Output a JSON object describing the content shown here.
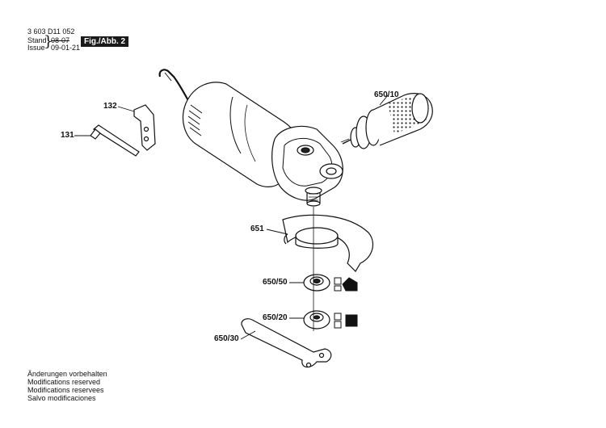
{
  "header": {
    "part_number": "3 603 D11 052",
    "stand_label": "Stand",
    "issue_label": "Issue",
    "stand_date": "08-07",
    "issue_date": "09-01-21",
    "figure": "Fig./Abb. 2"
  },
  "callouts": {
    "c132": "132",
    "c131": "131",
    "c650_10": "650/10",
    "c651": "651",
    "c650_50": "650/50",
    "c650_20": "650/20",
    "c650_30": "650/30"
  },
  "footer": [
    "Änderungen vorbehalten",
    "Modifications reserved",
    "Modifications reservees",
    "Salvo modificaciones"
  ]
}
